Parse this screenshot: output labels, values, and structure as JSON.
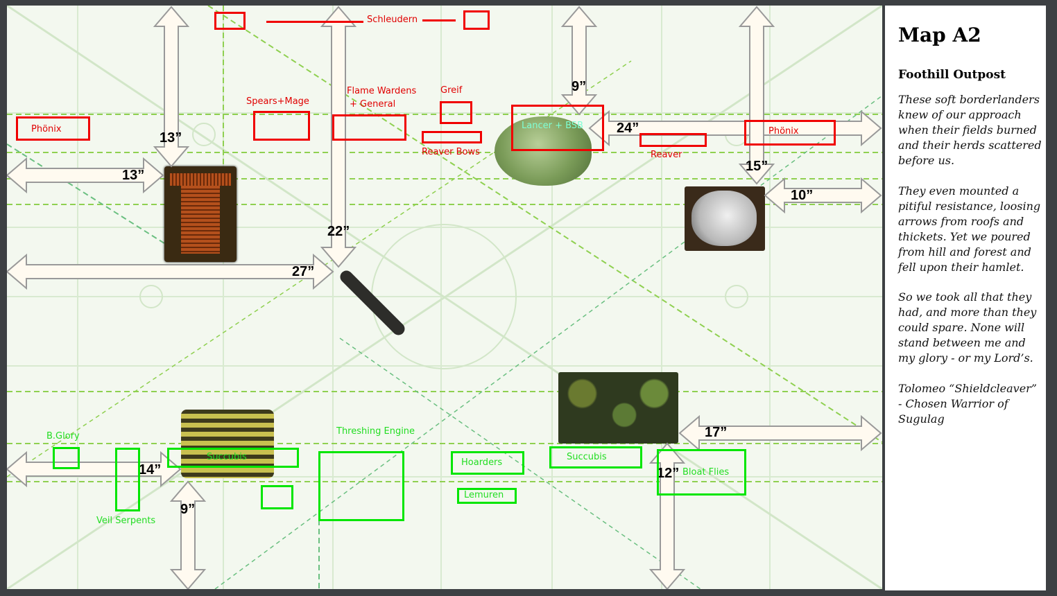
{
  "panel": {
    "title": "Map A2",
    "subtitle": "Foothill Outpost",
    "paragraphs": [
      "These soft borderlanders knew of our approach when their fields burned and their herds scattered before us.",
      "They even mounted a pitiful resistance, loosing arrows from roofs and thickets. Yet we poured from hill and forest and fell upon their hamlet.",
      "So we took all that they had, and more than they could spare. None will stand between me and my glory - or my Lord’s.",
      "Tolomeo “Shieldcleaver” - Chosen Warrior of Sugulag"
    ]
  },
  "distances": [
    "13”",
    "13”",
    "22”",
    "27”",
    "9”",
    "24”",
    "15”",
    "10”",
    "17”",
    "12”",
    "14”",
    "9”"
  ],
  "red_units": {
    "schleudern": "Schleudern",
    "phoenix_left": "Phönix",
    "spears_mage": "Spears+Mage",
    "flame_wardens": "Flame Wardens",
    "general": "+ General",
    "greif": "Greif",
    "reaver_bows": "Reaver Bows",
    "lancer_bsb": "Lancer + BSB",
    "reaver": "Reaver",
    "phoenix_right": "Phönix"
  },
  "green_units": {
    "b_glory": "B.Glory",
    "veil_serpents": "Veil Serpents",
    "succubis_left": "Succubis",
    "threshing_engine": "Threshing Engine",
    "hoarders": "Hoarders",
    "lemuren": "Lemuren",
    "succubis_right": "Succubis",
    "bloat_flies": "Bloat Flies"
  },
  "colors": {
    "enemy": "#f00000",
    "ally": "#00e600",
    "lancer_text": "#7fffd4"
  }
}
